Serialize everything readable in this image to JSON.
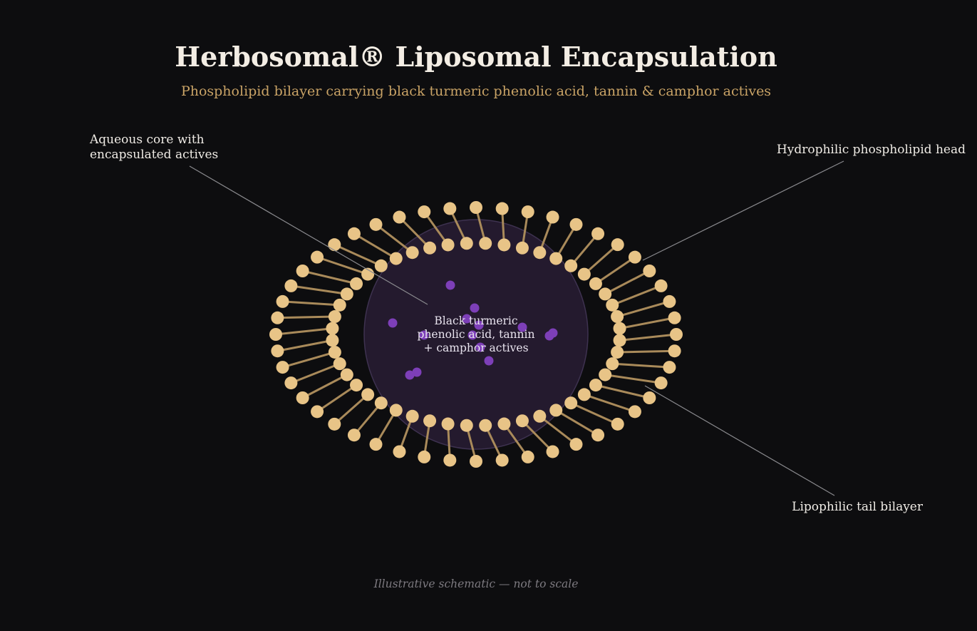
{
  "title": "Herbosomal® Liposomal Encapsulation",
  "subtitle": "Phospholipid bilayer carrying black turmeric phenolic acid, tannin & camphor actives",
  "labels": {
    "aqueous_core": [
      "Aqueous core with",
      "encapsulated actives"
    ],
    "hydrophilic_head": "Hydrophilic phospholipid head",
    "lipophilic_tail": "Lipophilic tail bilayer"
  },
  "core_text": [
    "Black turmeric",
    "phenolic acid, tannin",
    "+ camphor actives"
  ],
  "footnote": "Illustrative schematic — not to scale",
  "colors": {
    "background": "#0d0d0f",
    "head": "#e8c487",
    "tail": "#a98a5a",
    "core_fill": "#241a2e",
    "core_stroke": "#3e3250",
    "active_dot": "#7d3fb8",
    "title": "#f3ede4",
    "subtitle": "#c9a366"
  }
}
